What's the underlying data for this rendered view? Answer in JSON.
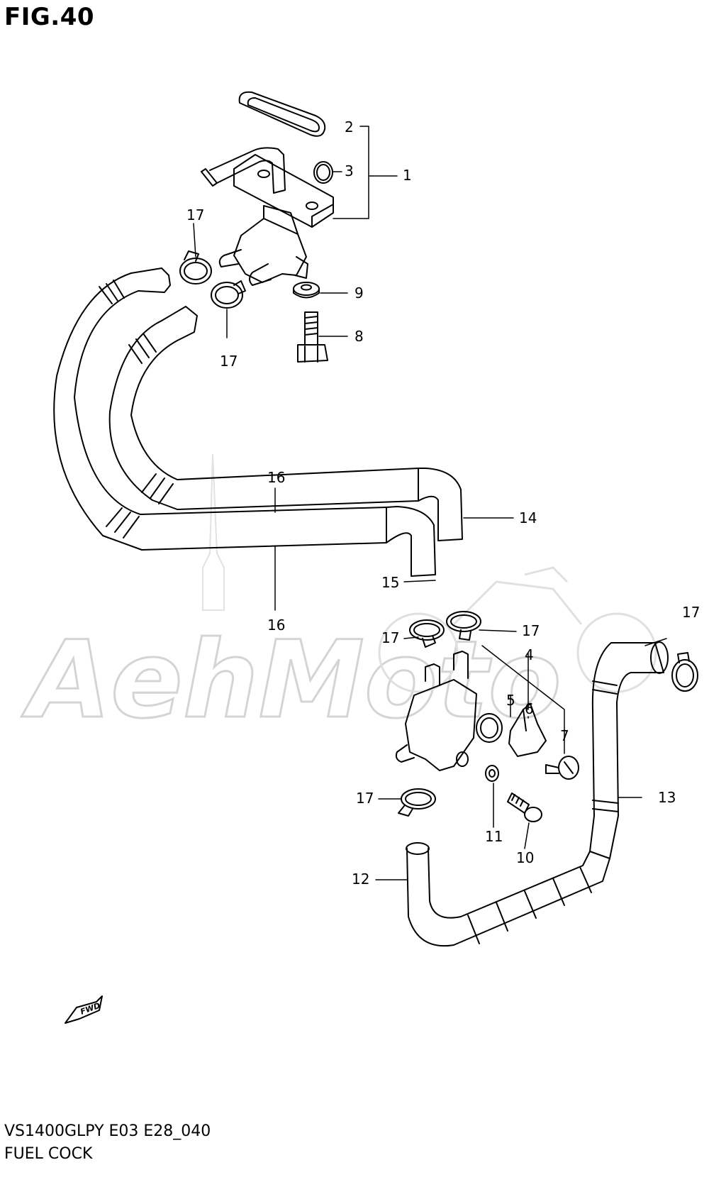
{
  "figure": {
    "title": "FIG.40",
    "model_code": "VS1400GLPY E03 E28_040",
    "name": "FUEL COCK"
  },
  "watermark": {
    "text": "AehMoto"
  },
  "fwd_label": "FWD",
  "callouts": {
    "c1": "1",
    "c2": "2",
    "c3": "3",
    "c4": "4",
    "c5": "5",
    "c6": "6",
    "c7": "7",
    "c8": "8",
    "c9": "9",
    "c10": "10",
    "c11": "11",
    "c12": "12",
    "c13": "13",
    "c14": "14",
    "c15": "15",
    "c16a": "16",
    "c16b": "16",
    "c17a": "17",
    "c17b": "17",
    "c17c": "17",
    "c17d": "17",
    "c17e": "17",
    "c17f": "17"
  },
  "colors": {
    "line": "#000000",
    "watermark": "#d4d4d4",
    "background": "#ffffff"
  }
}
